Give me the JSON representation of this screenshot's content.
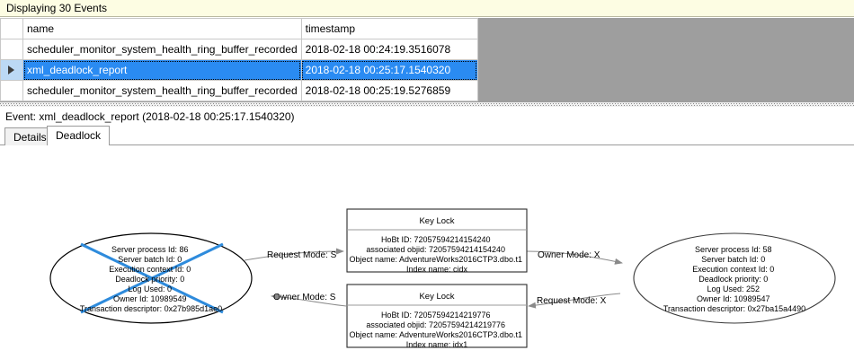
{
  "banner": {
    "text": "Displaying 30 Events"
  },
  "grid": {
    "columns": [
      "",
      "name",
      "timestamp"
    ],
    "rows": [
      {
        "selected": false,
        "name": "scheduler_monitor_system_health_ring_buffer_recorded",
        "timestamp": "2018-02-18 00:24:19.3516078"
      },
      {
        "selected": true,
        "name": "xml_deadlock_report",
        "timestamp": "2018-02-18 00:25:17.1540320"
      },
      {
        "selected": false,
        "name": "scheduler_monitor_system_health_ring_buffer_recorded",
        "timestamp": "2018-02-18 00:25:19.5276859"
      }
    ],
    "selection_color": "#2a8bf2"
  },
  "event_header": {
    "text": "Event: xml_deadlock_report (2018-02-18 00:25:17.1540320)"
  },
  "tabs": [
    {
      "label": "Details",
      "active": false
    },
    {
      "label": "Deadlock",
      "active": true
    }
  ],
  "deadlock_graph": {
    "victim_marker_color": "#2e8bdc",
    "processes": [
      {
        "id": "process-left",
        "victim": true,
        "lines": [
          "Server process Id: 86",
          "Server batch Id: 0",
          "Execution context Id: 0",
          "Deadlock priority: 0",
          "Log Used: 0",
          "Owner Id: 10989549",
          "Transaction descriptor: 0x27b985d1ae0"
        ]
      },
      {
        "id": "process-right",
        "victim": false,
        "lines": [
          "Server process Id: 58",
          "Server batch Id: 0",
          "Execution context Id: 0",
          "Deadlock priority: 0",
          "Log Used: 252",
          "Owner Id: 10989547",
          "Transaction descriptor: 0x27ba15a4490"
        ]
      }
    ],
    "resources": [
      {
        "id": "keylock-top",
        "title": "Key Lock",
        "lines": [
          "HoBt ID: 72057594214154240",
          "associated objid: 72057594214154240",
          "Object name: AdventureWorks2016CTP3.dbo.t1",
          "Index name: cidx"
        ]
      },
      {
        "id": "keylock-bottom",
        "title": "Key Lock",
        "lines": [
          "HoBt ID: 72057594214219776",
          "associated objid: 72057594214219776",
          "Object name: AdventureWorks2016CTP3.dbo.t1",
          "Index name: idx1"
        ]
      }
    ],
    "edges": [
      {
        "id": "edge-left-request",
        "label": "Request Mode: S",
        "direction": "to-resource"
      },
      {
        "id": "edge-right-owner",
        "label": "Owner Mode: X",
        "direction": "to-process"
      },
      {
        "id": "edge-left-owner",
        "label": "Owner Mode: S",
        "direction": "to-process"
      },
      {
        "id": "edge-right-request",
        "label": "Request Mode: X",
        "direction": "to-resource"
      }
    ]
  }
}
